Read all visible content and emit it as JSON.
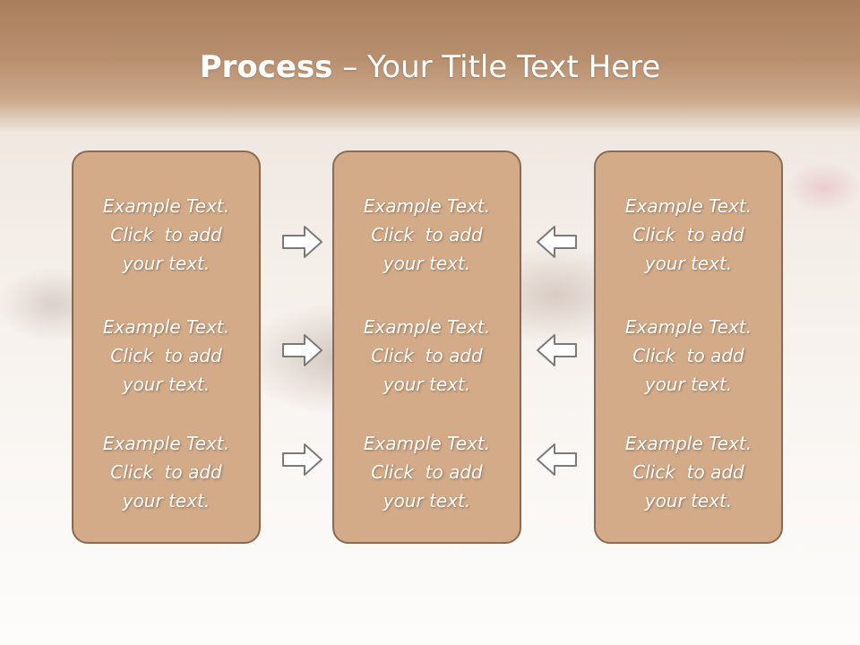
{
  "title": {
    "bold": "Process",
    "rest": " – Your Title Text Here"
  },
  "columns": [
    {
      "items": [
        {
          "line1": "Example Text.",
          "line2": "Click  to add",
          "line3": "your text."
        },
        {
          "line1": "Example Text.",
          "line2": "Click  to add",
          "line3": "your text."
        },
        {
          "line1": "Example Text.",
          "line2": "Click  to add",
          "line3": "your text."
        }
      ]
    },
    {
      "items": [
        {
          "line1": "Example Text.",
          "line2": "Click  to add",
          "line3": "your text."
        },
        {
          "line1": "Example Text.",
          "line2": "Click  to add",
          "line3": "your text."
        },
        {
          "line1": "Example Text.",
          "line2": "Click  to add",
          "line3": "your text."
        }
      ]
    },
    {
      "items": [
        {
          "line1": "Example Text.",
          "line2": "Click  to add",
          "line3": "your text."
        },
        {
          "line1": "Example Text.",
          "line2": "Click  to add",
          "line3": "your text."
        },
        {
          "line1": "Example Text.",
          "line2": "Click  to add",
          "line3": "your text."
        }
      ]
    }
  ],
  "arrows": {
    "left_group": "right-arrow-icon",
    "right_group": "left-arrow-icon"
  },
  "colors": {
    "header": "#b8906f",
    "box_fill": "#d3ab89",
    "box_border": "#8c6a52",
    "text": "#ffffff"
  }
}
